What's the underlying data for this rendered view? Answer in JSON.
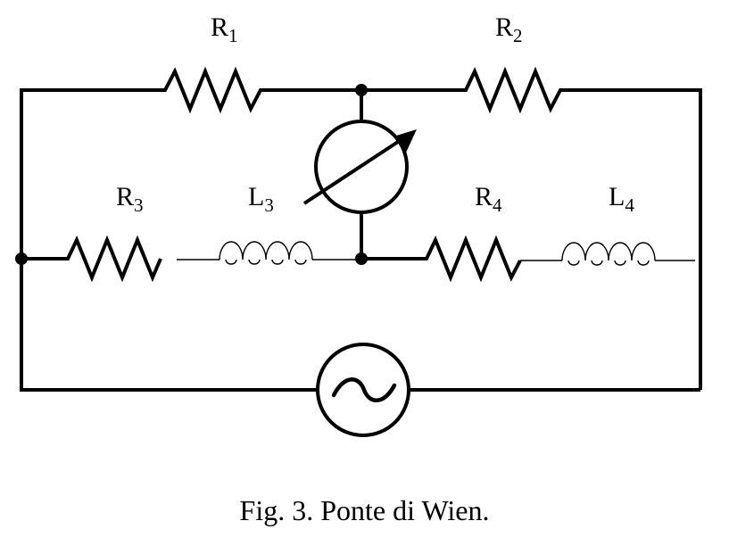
{
  "labels": {
    "r1": {
      "main": "R",
      "sub": "1"
    },
    "r2": {
      "main": "R",
      "sub": "2"
    },
    "r3": {
      "main": "R",
      "sub": "3"
    },
    "l3": {
      "main": "L",
      "sub": "3"
    },
    "r4": {
      "main": "R",
      "sub": "4"
    },
    "l4": {
      "main": "L",
      "sub": "4"
    }
  },
  "caption": "Fig. 3. Ponte di Wien.",
  "icons": {
    "meter": "galvanometer-icon",
    "source": "ac-source-icon"
  }
}
